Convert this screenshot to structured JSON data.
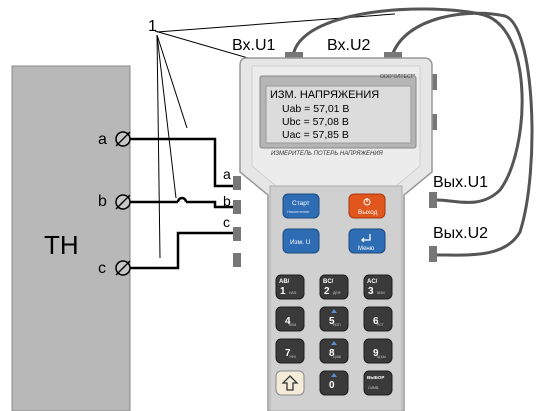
{
  "callout_number": "1",
  "transformer": {
    "label": "ТН"
  },
  "terminals_left": {
    "a": "a",
    "b": "b",
    "c": "c"
  },
  "device_inputs": {
    "a": "a",
    "b": "b",
    "c": "c"
  },
  "ports_top": {
    "in1": "Вх.U1",
    "in2": "Вх.U2"
  },
  "ports_right": {
    "out1": "Вых.U1",
    "out2": "Вых.U2"
  },
  "device": {
    "brand": "ООО\"ОЛТЕСТ\"",
    "screen": {
      "title": "ИЗМ. НАПРЯЖЕНИЯ",
      "line1": "Uab = 57,01 В",
      "line2": "Ubc = 57,08 В",
      "line3": "Uac = 57,85 В"
    },
    "subtitle": "ИЗМЕРИТЕЛЬ ПОТЕРЬ НАПРЯЖЕНИЯ",
    "buttons": {
      "start": "Старт",
      "start_sub": "Накопление",
      "exit": "Выход",
      "measure": "Изм. U",
      "menu": "Меню"
    },
    "keypad": [
      {
        "top": "AB/",
        "digit": "1",
        "sub": "НАЭ"
      },
      {
        "top": "BC/",
        "digit": "2",
        "sub": "ДЕФ"
      },
      {
        "top": "AC/",
        "digit": "3",
        "sub": "ЖЗИ"
      },
      {
        "top": "",
        "digit": "4",
        "sub": "КЛМ"
      },
      {
        "top": "",
        "digit": "5",
        "sub": "НОП"
      },
      {
        "top": "",
        "digit": "6",
        "sub": "РСТ"
      },
      {
        "top": "",
        "digit": "7",
        "sub": "УФХ"
      },
      {
        "top": "",
        "digit": "8",
        "sub": "ЦЧШ"
      },
      {
        "top": "",
        "digit": "9",
        "sub": "ЩЪЫ"
      },
      {
        "top": "",
        "digit": "",
        "sub": ""
      },
      {
        "top": "",
        "digit": "0",
        "sub": ""
      },
      {
        "top": "ВЫБОР",
        "digit": "",
        "sub": "СИМВ."
      }
    ]
  },
  "colors": {
    "transformer_fill": "#b8b8b8",
    "device_body": "#e6e6e6",
    "keypad_panel": "#cfcfcf",
    "key_dark": "#3a3a3a",
    "btn_blue": "#2e6db4",
    "btn_orange": "#e0561c",
    "screen": "#dcdcdc",
    "wire": "#000000",
    "cable": "#555555"
  }
}
